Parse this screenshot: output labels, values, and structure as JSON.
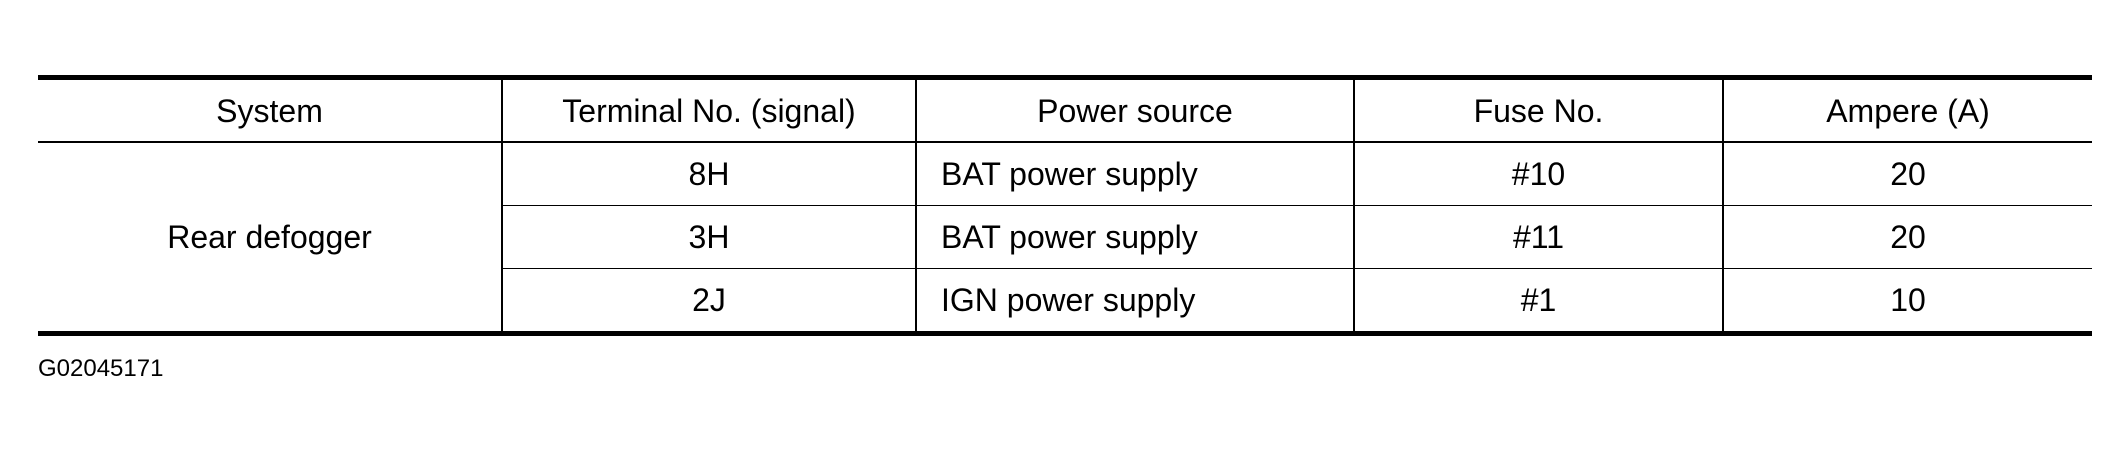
{
  "table": {
    "headers": [
      "System",
      "Terminal No. (signal)",
      "Power source",
      "Fuse No.",
      "Ampere (A)"
    ],
    "system": "Rear defogger",
    "rows": [
      {
        "terminal": "8H",
        "power_source": "BAT power supply",
        "fuse": "#10",
        "ampere": "20"
      },
      {
        "terminal": "3H",
        "power_source": "BAT power supply",
        "fuse": "#11",
        "ampere": "20"
      },
      {
        "terminal": "2J",
        "power_source": "IGN power supply",
        "fuse": "#1",
        "ampere": "10"
      }
    ]
  },
  "figure_id": "G02045171"
}
